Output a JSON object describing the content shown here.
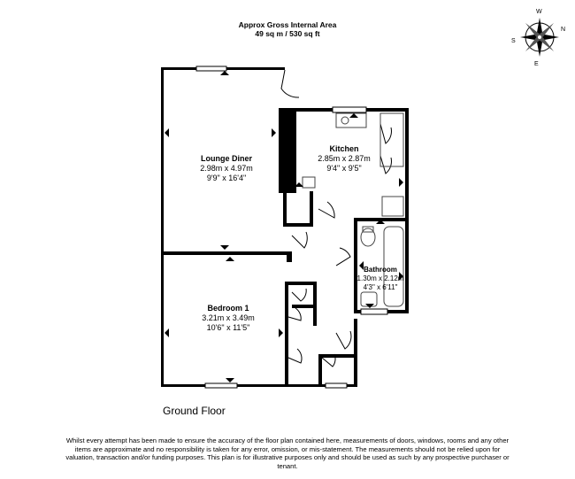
{
  "header": {
    "line1": "Approx Gross Internal Area",
    "line2": "49 sq m / 530 sq ft"
  },
  "compass": {
    "labels": {
      "n": "N",
      "s": "S",
      "e": "E",
      "w": "W"
    }
  },
  "rooms": {
    "lounge": {
      "name": "Lounge Diner",
      "metric": "2.98m x 4.97m",
      "imperial": "9'9\" x 16'4\""
    },
    "kitchen": {
      "name": "Kitchen",
      "metric": "2.85m x 2.87m",
      "imperial": "9'4\" x 9'5\""
    },
    "bathroom": {
      "name": "Bathroom",
      "metric": "1.30m x 2.12m",
      "imperial": "4'3\" x 6'11\""
    },
    "bedroom": {
      "name": "Bedroom 1",
      "metric": "3.21m x 3.49m",
      "imperial": "10'6\" x 11'5\""
    }
  },
  "floor_label": "Ground Floor",
  "disclaimer": "Whilst every attempt has been made to ensure the accuracy of the floor plan contained here, measurements of doors, windows, rooms and any other items are approximate and no responsibility is taken for any error, omission, or mis-statement. The measurements should not be relied upon for valuation, transaction and/or funding purposes. This plan is for illustrative purposes only and should be used as such by any prospective purchaser or tenant.",
  "colors": {
    "wall": "#000000",
    "background": "#ffffff",
    "fixture": "#444444"
  }
}
